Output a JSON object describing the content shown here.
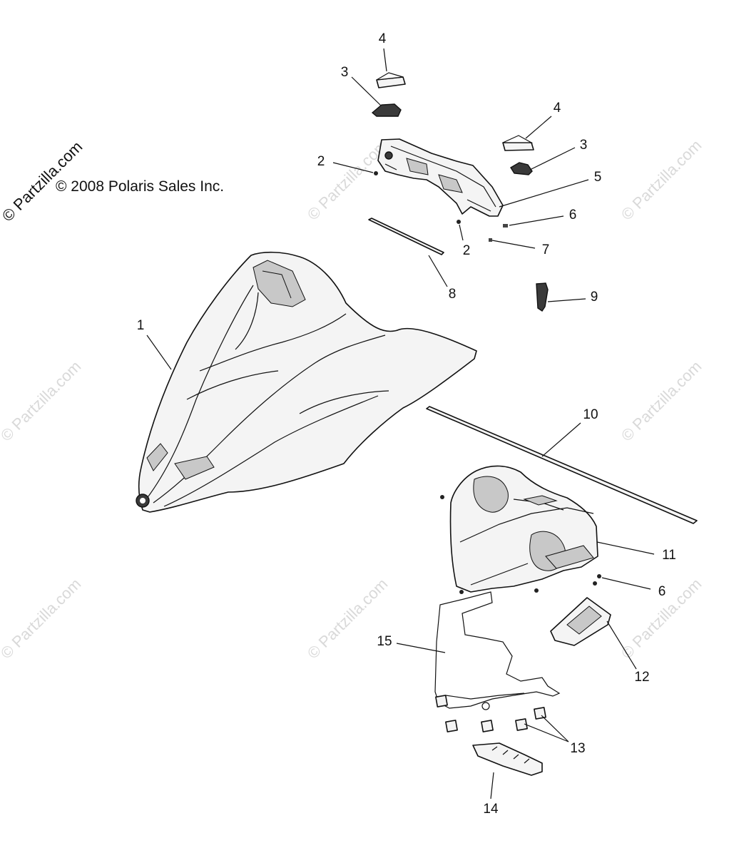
{
  "copyright": "© 2008 Polaris Sales Inc.",
  "watermark_text": "© Partzilla.com",
  "callouts": [
    {
      "id": "c1",
      "label": "1"
    },
    {
      "id": "c2a",
      "label": "2"
    },
    {
      "id": "c2b",
      "label": "2"
    },
    {
      "id": "c3a",
      "label": "3"
    },
    {
      "id": "c3b",
      "label": "3"
    },
    {
      "id": "c4a",
      "label": "4"
    },
    {
      "id": "c4b",
      "label": "4"
    },
    {
      "id": "c5",
      "label": "5"
    },
    {
      "id": "c6a",
      "label": "6"
    },
    {
      "id": "c6b",
      "label": "6"
    },
    {
      "id": "c7",
      "label": "7"
    },
    {
      "id": "c8",
      "label": "8"
    },
    {
      "id": "c9",
      "label": "9"
    },
    {
      "id": "c10",
      "label": "10"
    },
    {
      "id": "c11",
      "label": "11"
    },
    {
      "id": "c12",
      "label": "12"
    },
    {
      "id": "c13",
      "label": "13"
    },
    {
      "id": "c14",
      "label": "14"
    },
    {
      "id": "c15",
      "label": "15"
    }
  ]
}
